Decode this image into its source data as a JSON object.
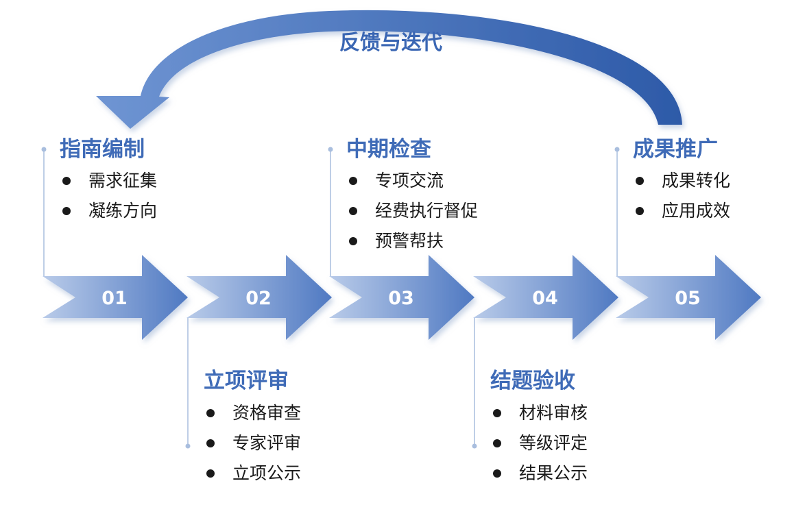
{
  "feedback": {
    "label": "反馈与迭代"
  },
  "stages": [
    {
      "number": "01",
      "title": "指南编制",
      "position": "top",
      "items": [
        "需求征集",
        "凝练方向"
      ]
    },
    {
      "number": "02",
      "title": "立项评审",
      "position": "bottom",
      "items": [
        "资格审查",
        "专家评审",
        "立项公示"
      ]
    },
    {
      "number": "03",
      "title": "中期检查",
      "position": "top",
      "items": [
        "专项交流",
        "经费执行督促",
        "预警帮扶"
      ]
    },
    {
      "number": "04",
      "title": "结题验收",
      "position": "bottom",
      "items": [
        "材料审核",
        "等级评定",
        "结果公示"
      ]
    },
    {
      "number": "05",
      "title": "成果推广",
      "position": "top",
      "items": [
        "成果转化",
        "应用成效"
      ]
    }
  ],
  "colors": {
    "arrow_light": "#b9cbe9",
    "arrow_dark": "#4f79c2",
    "loop_light": "#6f95d3",
    "loop_dark": "#2d5aa8",
    "title": "#3f6bb7"
  }
}
